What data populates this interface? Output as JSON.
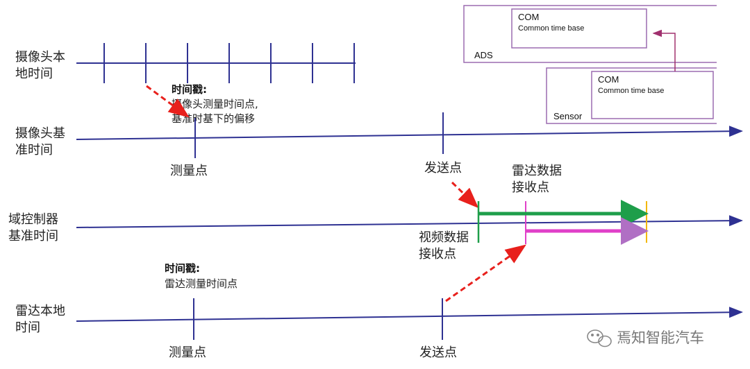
{
  "timelines": {
    "camera_local": {
      "label_line1": "摄像头本",
      "label_line2": "地时间"
    },
    "camera_base": {
      "label_line1": "摄像头基",
      "label_line2": "准时间"
    },
    "domain_controller": {
      "label_line1": "域控制器",
      "label_line2": "基准时间"
    },
    "radar_local": {
      "label_line1": "雷达本地",
      "label_line2": "时间"
    }
  },
  "annotations": {
    "camera_timestamp": {
      "title": "时间戳:",
      "line1": "摄像头测量时间点,",
      "line2": "基准时基下的偏移"
    },
    "camera_measure_point": "测量点",
    "camera_send_point": "发送点",
    "radar_receive": {
      "line1": "雷达数据",
      "line2": "接收点"
    },
    "video_receive": {
      "line1": "视频数据",
      "line2": "接收点"
    },
    "radar_timestamp": {
      "title": "时间戳:",
      "line1": "雷达测量时间点"
    },
    "radar_measure_point": "测量点",
    "radar_send_point": "发送点"
  },
  "boxes": {
    "ads": {
      "label": "ADS",
      "inner_title": "COM",
      "inner_sub": "Common time base"
    },
    "sensor": {
      "label": "Sensor",
      "inner_title": "COM",
      "inner_sub": "Common time base"
    }
  },
  "watermark": "焉知智能汽车",
  "colors": {
    "axis": "#2e3192",
    "dashed_arrow": "#e8201c",
    "green": "#1e9e4a",
    "magenta": "#e040c8",
    "gold": "#f2b705",
    "box_border": "#9b6bb0",
    "box_arrow": "#a0306e"
  }
}
